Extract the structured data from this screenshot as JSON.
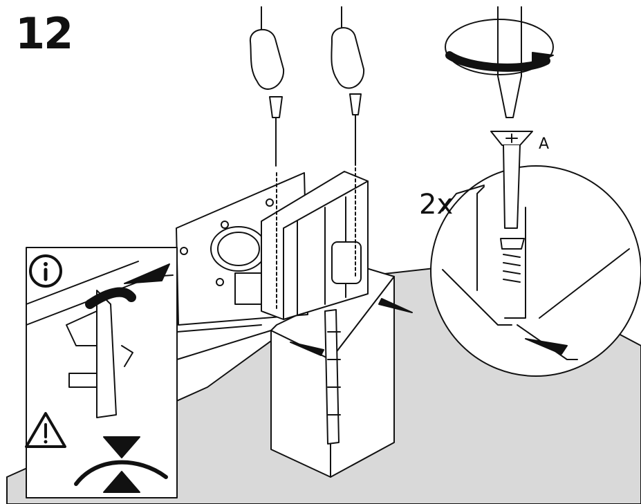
{
  "step": {
    "number": "12",
    "screw_label": "A",
    "quantity_label": "2x"
  },
  "icons": {
    "info": "info-circle-icon",
    "warning": "warning-triangle-icon",
    "rotate": "rotate-arrow-icon"
  },
  "colors": {
    "ink": "#111111",
    "surface": "#d9d9d9",
    "paper": "#ffffff"
  }
}
